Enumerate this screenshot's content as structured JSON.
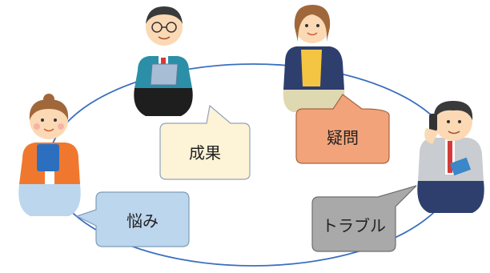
{
  "bubbles": {
    "results": {
      "label": "成果",
      "fill": "#fdf3d6",
      "stroke": "#8fa3bd"
    },
    "question": {
      "label": "疑問",
      "fill": "#f2a37a",
      "stroke": "#a4653e"
    },
    "worry": {
      "label": "悩み",
      "fill": "#bcd6ee",
      "stroke": "#7f9cb9"
    },
    "trouble": {
      "label": "トラブル",
      "fill": "#a9a9a9",
      "stroke": "#6e6e6e"
    }
  },
  "colors": {
    "ellipse": "#3a6fbf",
    "teal_top": "#2b8fa8",
    "navy_top": "#2e3f6e",
    "orange_top": "#f0782e",
    "gray_top": "#c9ccd0",
    "skin": "#fbd9b5"
  },
  "icons": [
    "person-glasses-teal-icon",
    "person-woman-navy-icon",
    "person-woman-orange-icon",
    "person-man-phone-icon"
  ]
}
